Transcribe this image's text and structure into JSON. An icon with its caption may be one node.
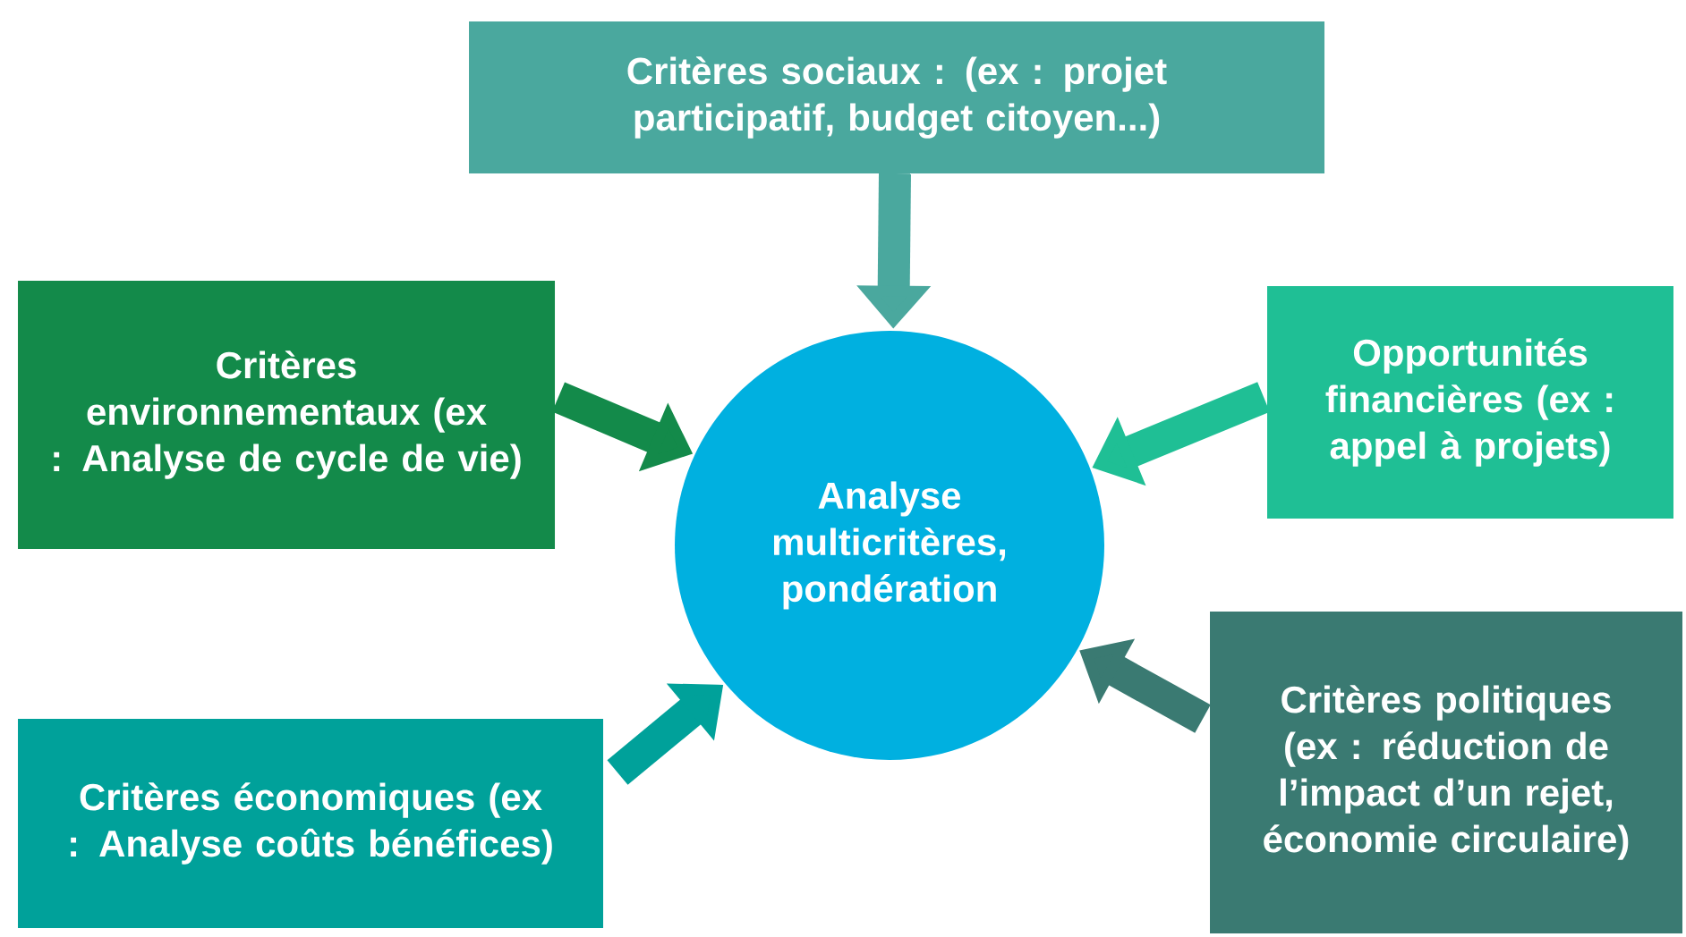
{
  "diagram": {
    "nodes": [
      {
        "text": [
          "Analyse multicritères, pondération"
        ]
      },
      {
        "text": [
          "Critères sociaux : (ex : projet participatif, budget citoyen...)"
        ]
      },
      {
        "text": [
          "Critères environnementaux (ex : Analyse de cycle de vie)"
        ]
      },
      {
        "text": [
          "Opportunités financières (ex : appel à projets)"
        ]
      },
      {
        "text": [
          "Critères économiques (ex : Analyse coûts bénéfices)"
        ]
      },
      {
        "text": [
          "Critères politiques (ex : réduction de l’impact d’un rejet, économie circulaire)"
        ]
      }
    ],
    "edges": [
      {
        "from": 1,
        "to": 0,
        "arrow": "to",
        "color": "#4aa89e"
      },
      {
        "from": 2,
        "to": 0,
        "arrow": "to",
        "color": "#138a4a"
      },
      {
        "from": 3,
        "to": 0,
        "arrow": "to",
        "color": "#1fbf95"
      },
      {
        "from": 4,
        "to": 0,
        "arrow": "to",
        "color": "#00a19a"
      },
      {
        "from": 5,
        "to": 0,
        "arrow": "to",
        "color": "#3a7a72"
      }
    ]
  }
}
